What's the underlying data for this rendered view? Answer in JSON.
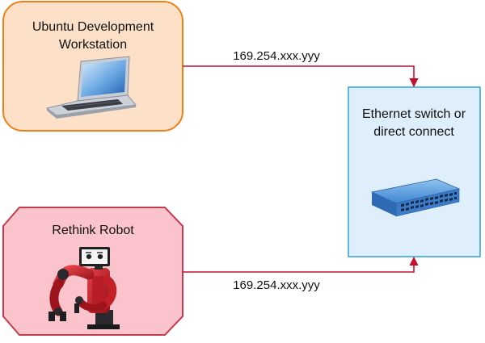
{
  "workstation": {
    "line1": "Ubuntu Development",
    "line2": "Workstation"
  },
  "robot": {
    "label": "Rethink Robot"
  },
  "switch": {
    "line1": "Ethernet switch or",
    "line2": "direct connect"
  },
  "links": {
    "top_label": "169.254.xxx.yyy",
    "bottom_label": "169.254.xxx.yyy"
  },
  "colors": {
    "workstation_fill": "#fde0c8",
    "workstation_stroke": "#f07f1a",
    "robot_fill": "#fbc4cc",
    "robot_stroke": "#c83a4e",
    "switch_fill": "#deeefa",
    "switch_stroke": "#2ea3dc",
    "link": "#c8102e"
  },
  "icons": {
    "workstation": "laptop-icon",
    "switch": "network-switch-icon",
    "robot": "robot-icon"
  }
}
